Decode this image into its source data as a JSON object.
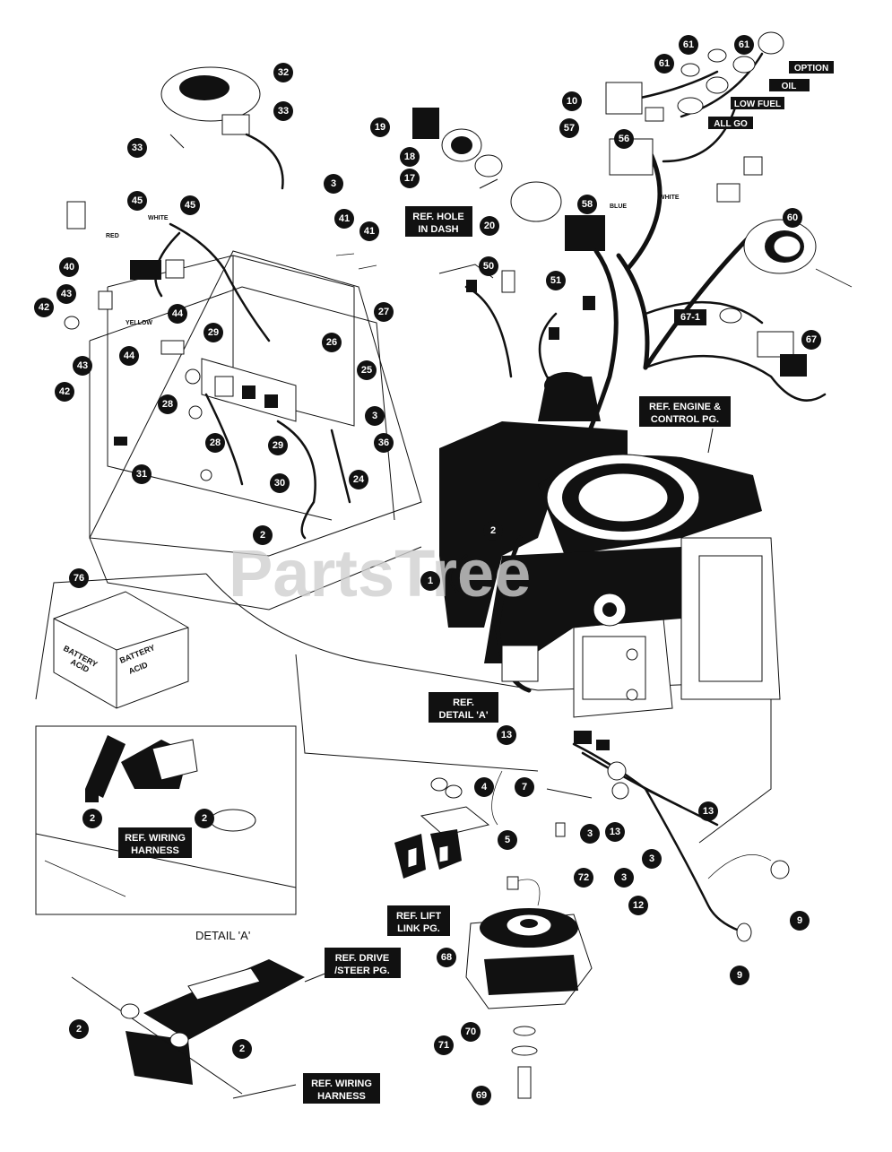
{
  "watermark": "PartsTree",
  "detail_caption": "DETAIL 'A'",
  "battery_label": {
    "line1": "BATTERY",
    "line2": "ACID"
  },
  "wire_colors": {
    "white_top": "WHITE",
    "red": "RED",
    "yellow": "YELLOW",
    "blue": "BLUE",
    "white_mid": "WHITE"
  },
  "ref_labels": {
    "option": "OPTION",
    "oil": "OIL",
    "low_fuel": "LOW FUEL",
    "all_go": "ALL GO",
    "hole_in_dash_1": "REF. HOLE",
    "hole_in_dash_2": "IN DASH",
    "engine_1": "REF. ENGINE &",
    "engine_2": "CONTROL PG.",
    "detail_a_1": "REF.",
    "detail_a_2": "DETAIL 'A'",
    "wiring_detail_1": "REF. WIRING",
    "wiring_detail_2": "HARNESS",
    "lift_link_1": "REF. LIFT",
    "lift_link_2": "LINK PG.",
    "drive_steer_1": "REF. DRIVE",
    "drive_steer_2": "/STEER PG.",
    "wiring_bottom_1": "REF. WIRING",
    "wiring_bottom_2": "HARNESS"
  },
  "callouts": {
    "c32": "32",
    "c33a": "33",
    "c33b": "33",
    "c19": "19",
    "c18": "18",
    "c17": "17",
    "c20": "20",
    "c10": "10",
    "c57": "57",
    "c56": "56",
    "c58": "58",
    "c61a": "61",
    "c61b": "61",
    "c61c": "61",
    "c60": "60",
    "c3a": "3",
    "c45a": "45",
    "c45b": "45",
    "c41a": "41",
    "c41b": "41",
    "c40": "40",
    "c43a": "43",
    "c42a": "42",
    "c44a": "44",
    "c27": "27",
    "c43b": "43",
    "c42b": "42",
    "c44b": "44",
    "c29a": "29",
    "c26": "26",
    "c25": "25",
    "c28a": "28",
    "c28b": "28",
    "c29b": "29",
    "c3b": "3",
    "c36": "36",
    "c31": "31",
    "c30": "30",
    "c24": "24",
    "c2a": "2",
    "c50": "50",
    "c51": "51",
    "c671": "67-1",
    "c67": "67",
    "c76": "76",
    "c1": "1",
    "c2b": "2",
    "c13a": "13",
    "c4": "4",
    "c7": "7",
    "c5": "5",
    "c3c": "3",
    "c13b": "13",
    "c13c": "13",
    "c3d": "3",
    "c3e": "3",
    "c72": "72",
    "c12": "12",
    "c9a": "9",
    "c9b": "9",
    "c68": "68",
    "c2c": "2",
    "c2d": "2",
    "c2e": "2",
    "c2f": "2",
    "c70": "70",
    "c71": "71",
    "c69": "69"
  }
}
